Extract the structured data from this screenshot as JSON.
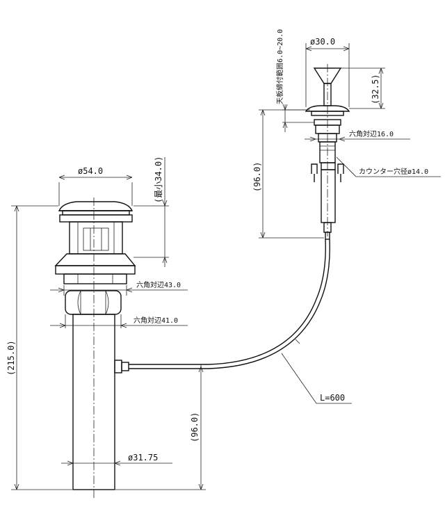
{
  "colors": {
    "line": "#111111",
    "background": "#ffffff"
  },
  "drain": {
    "cap_diameter": "ø54.0",
    "min_height": "(最小34.0)",
    "hex_across_flats_upper": "六角対辺43.0",
    "hex_across_flats_lower": "六角対辺41.0",
    "total_height": "(215.0)",
    "pipe_diameter": "ø31.75",
    "rod_height": "(96.0)"
  },
  "knob": {
    "top_diameter": "ø30.0",
    "countertop_range": "天板締付範囲6.0~20.0",
    "knob_height": "(32.5)",
    "hex_across_flats": "六角対辺16.0",
    "counter_hole": "カウンター穴径ø14.0",
    "body_height": "(96.0)"
  },
  "cable": {
    "length": "L=600"
  }
}
